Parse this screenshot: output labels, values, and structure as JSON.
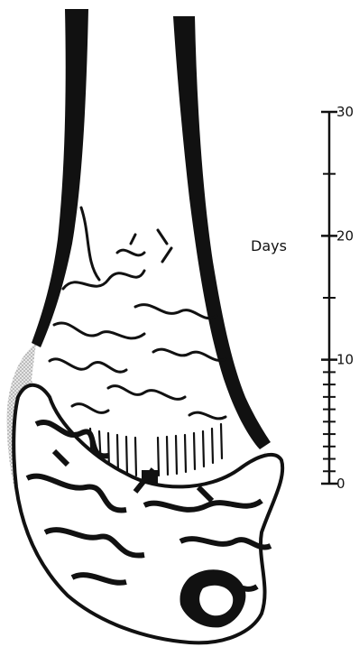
{
  "scale": {
    "title": "Days",
    "min": 0,
    "max": 30,
    "major_ticks": [
      {
        "value": 0,
        "label": "0"
      },
      {
        "value": 10,
        "label": "10"
      },
      {
        "value": 20,
        "label": "20"
      },
      {
        "value": 30,
        "label": "30"
      }
    ],
    "minor_ticks": [
      1,
      2,
      3,
      4,
      5,
      6,
      7,
      8,
      9,
      15,
      25
    ]
  },
  "colors": {
    "ink": "#111111",
    "stipple": "#cfcfcf",
    "paper": "#ffffff"
  }
}
